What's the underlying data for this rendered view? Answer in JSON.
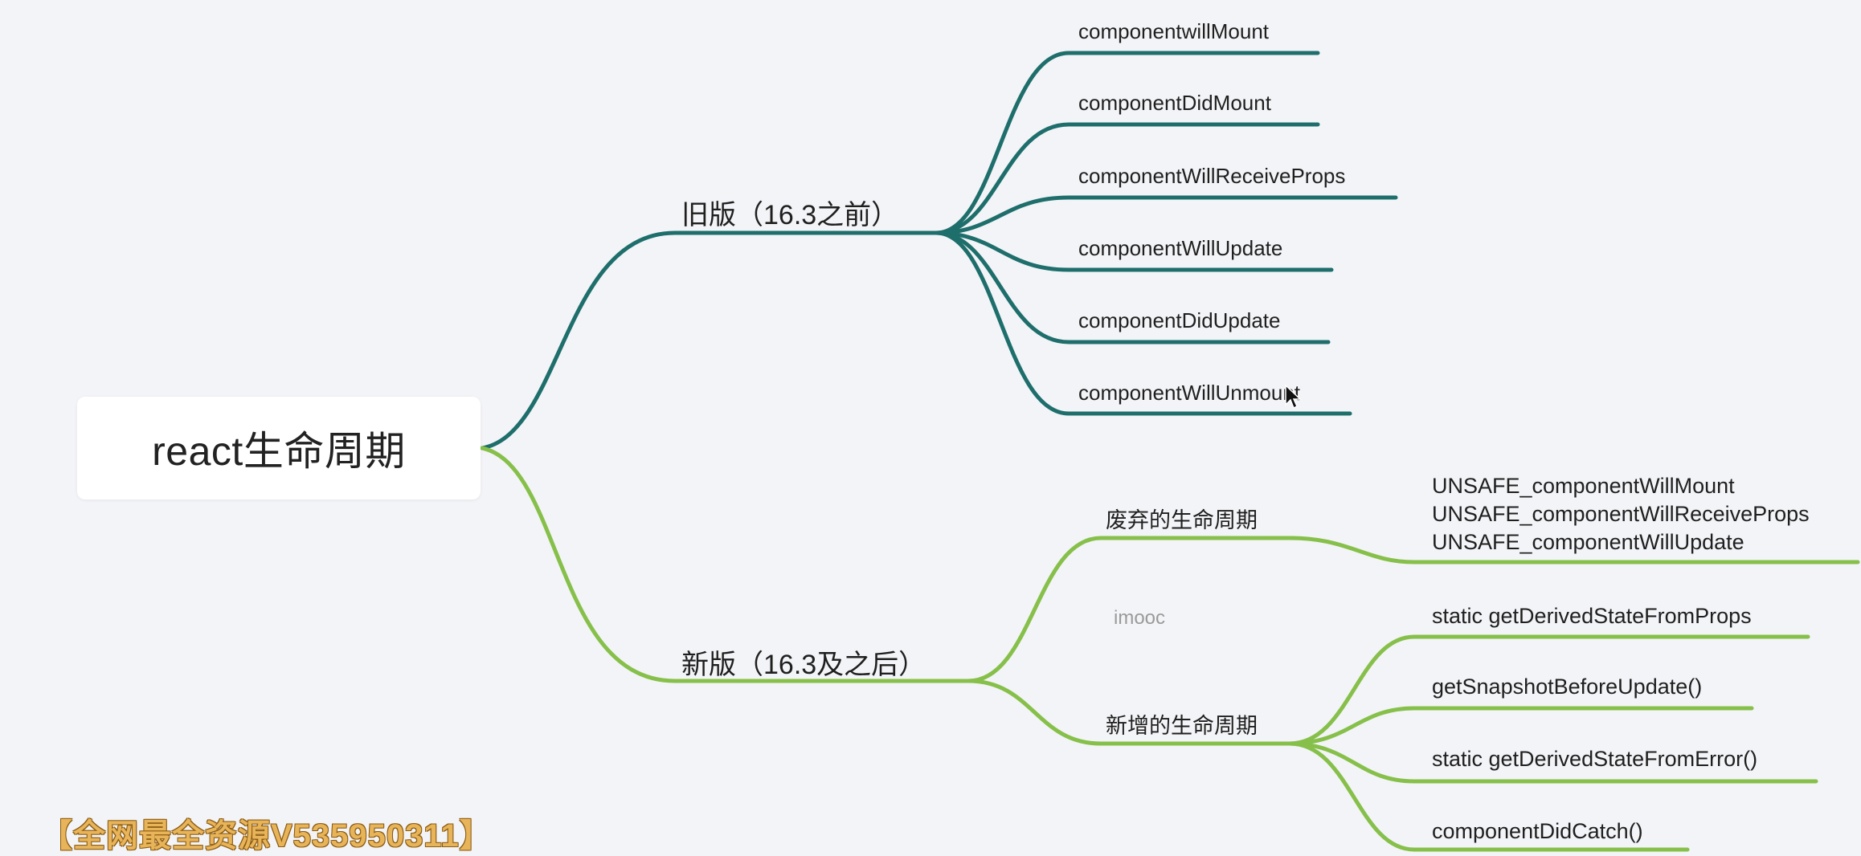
{
  "root": {
    "label": "react生命周期"
  },
  "colors": {
    "old": "#1e6e6c",
    "new": "#86c04a"
  },
  "old_branch": {
    "label": "旧版（16.3之前）",
    "leaves": [
      "componentwillMount",
      "componentDidMount",
      "componentWillReceiveProps",
      "componentWillUpdate",
      "componentDidUpdate",
      "componentWillUnmount"
    ]
  },
  "new_branch": {
    "label": "新版（16.3及之后）",
    "deprecated": {
      "label": "废弃的生命周期",
      "leaves": [
        "UNSAFE_componentWillMount",
        "UNSAFE_componentWillReceiveProps",
        "UNSAFE_componentWillUpdate"
      ]
    },
    "added": {
      "label": "新增的生命周期",
      "leaves": [
        "static getDerivedStateFromProps",
        "getSnapshotBeforeUpdate()",
        "static getDerivedStateFromError()",
        "componentDidCatch()"
      ]
    }
  },
  "watermark": "imooc",
  "banner": "【全网最全资源V535950311】"
}
